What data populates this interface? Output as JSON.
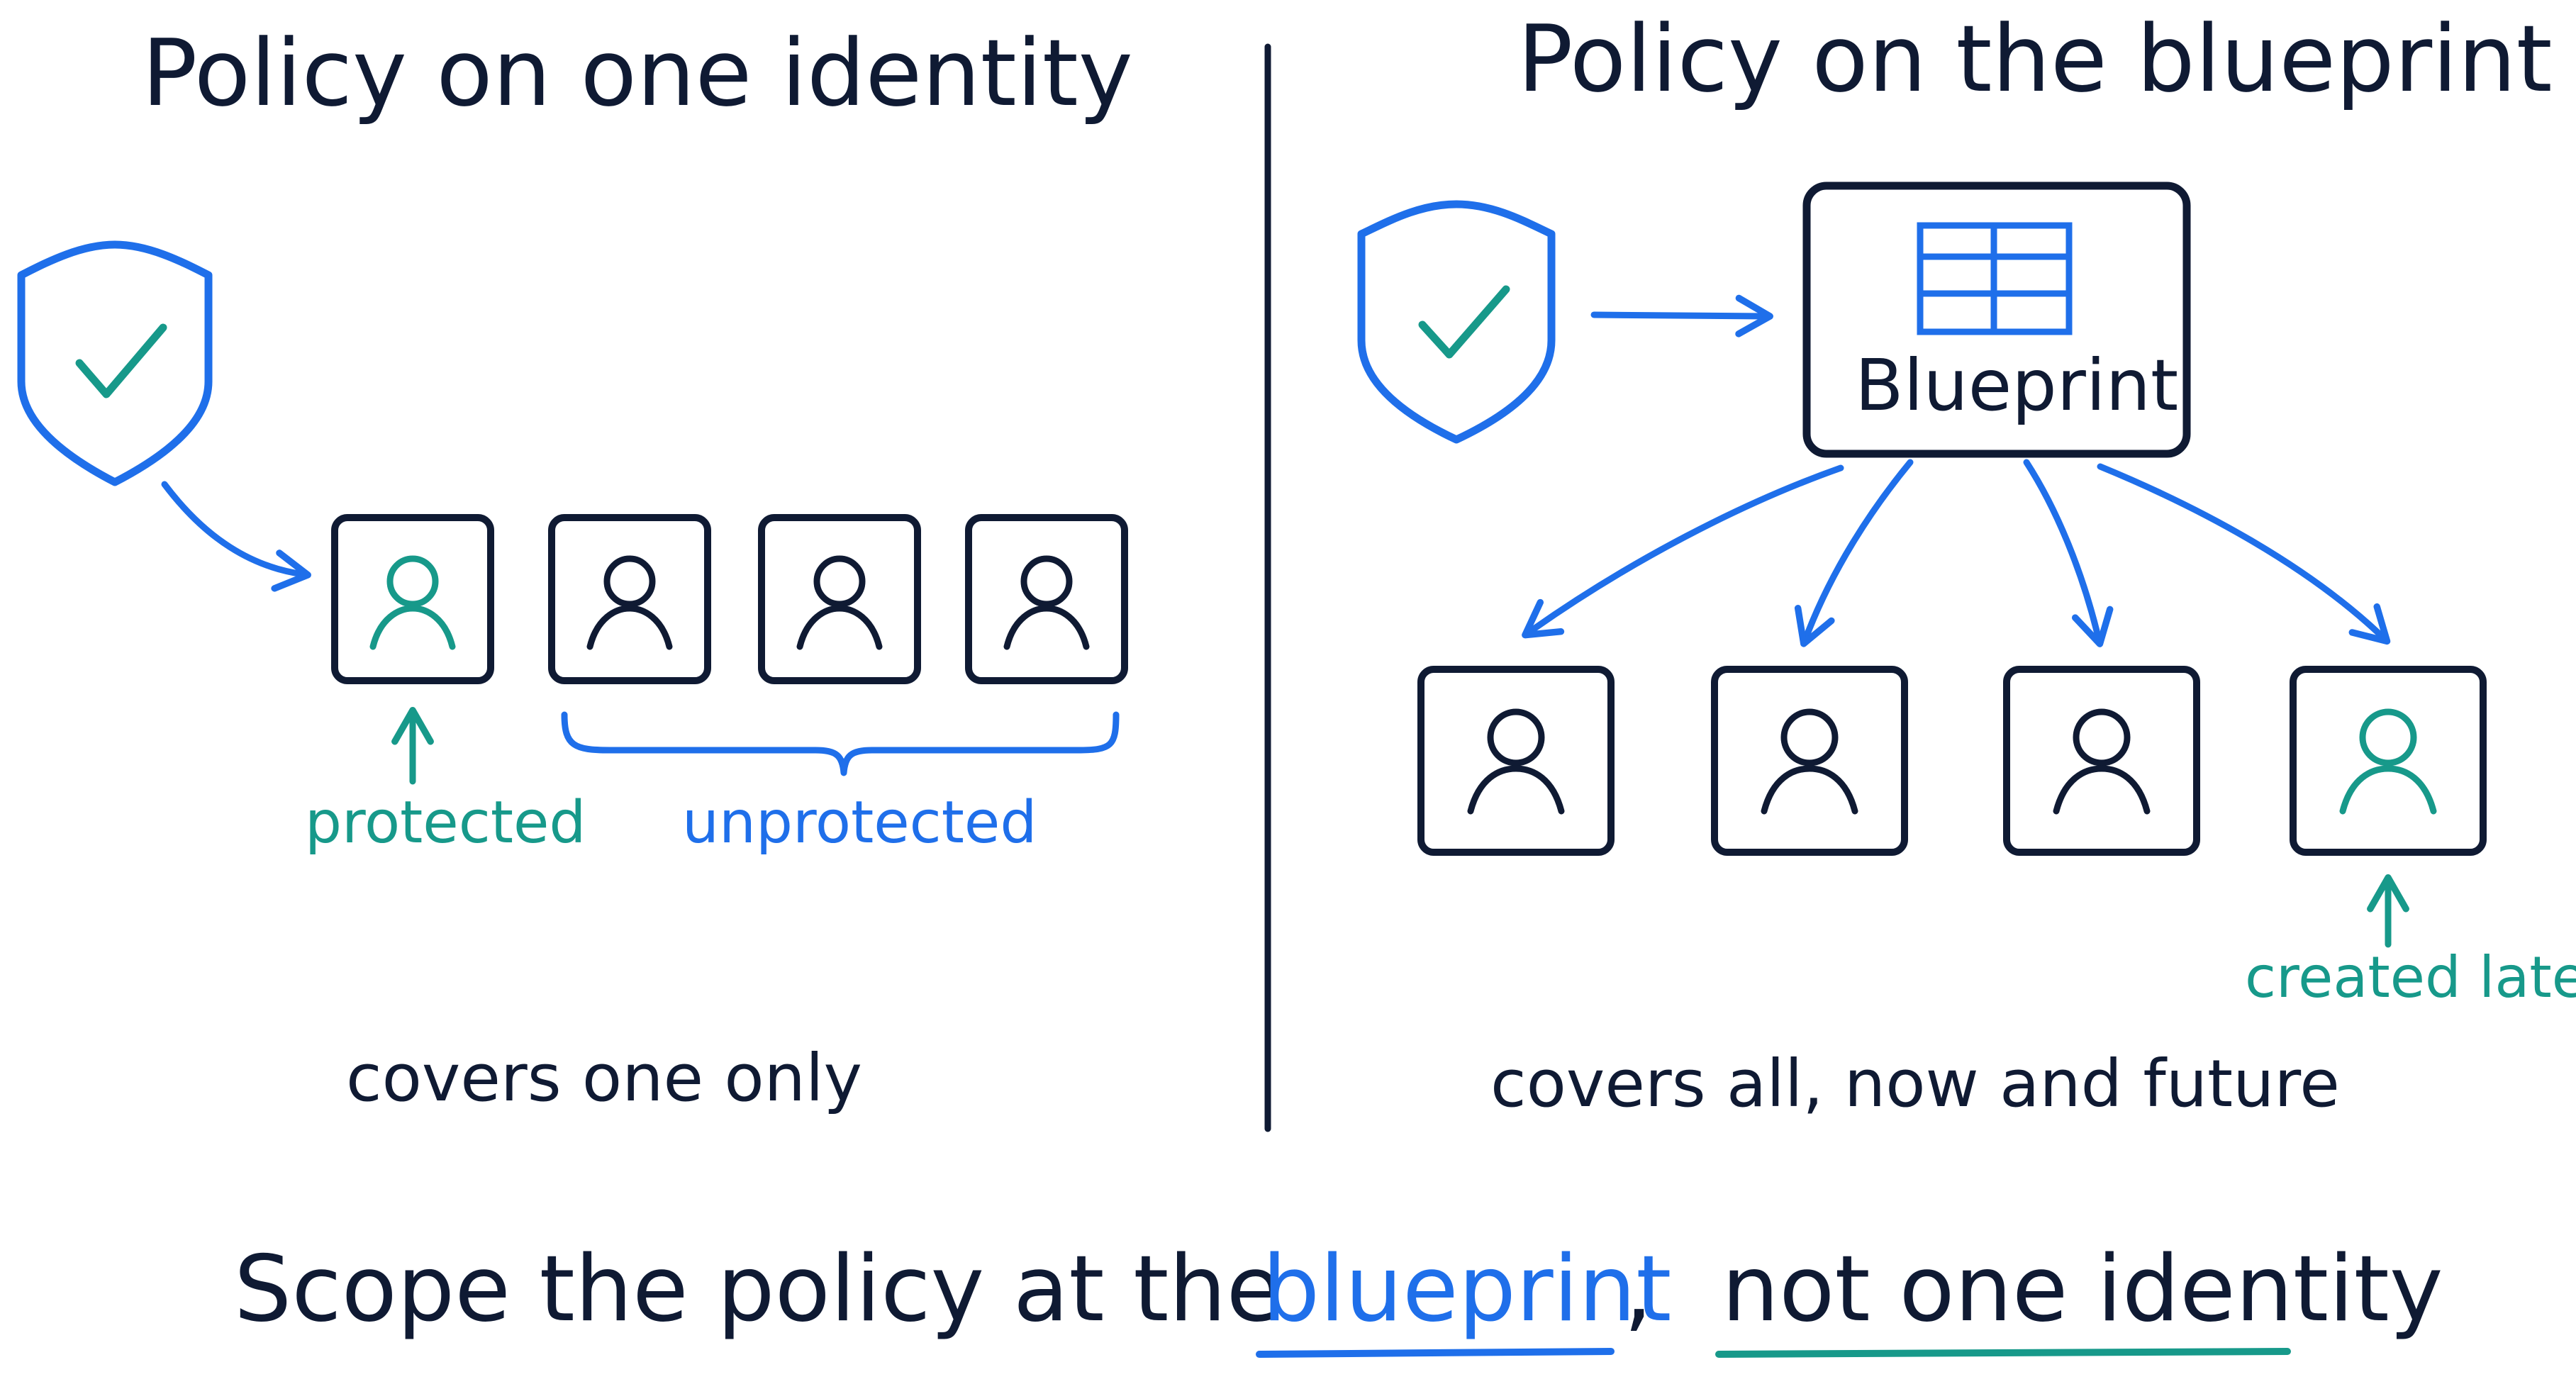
{
  "colors": {
    "ink": "#0f1a33",
    "blue": "#1f6fea",
    "teal": "#17998a",
    "background": "#ffffff"
  },
  "left_panel": {
    "title": "Policy on one identity",
    "shield_icon": "shield-check-icon",
    "identity_icon": "user-icon",
    "protected_label": "protected",
    "unprotected_label": "unprotected",
    "caption": "covers one only"
  },
  "right_panel": {
    "title": "Policy on the blueprint",
    "shield_icon": "shield-check-icon",
    "blueprint_icon": "grid-icon",
    "blueprint_label": "Blueprint",
    "identity_icon": "user-icon",
    "created_later_label": "created later",
    "caption": "covers all, now and future"
  },
  "footer": {
    "part1": "Scope the policy at the",
    "highlight1": "blueprint",
    "separator": ",",
    "highlight2": "not one identity"
  }
}
